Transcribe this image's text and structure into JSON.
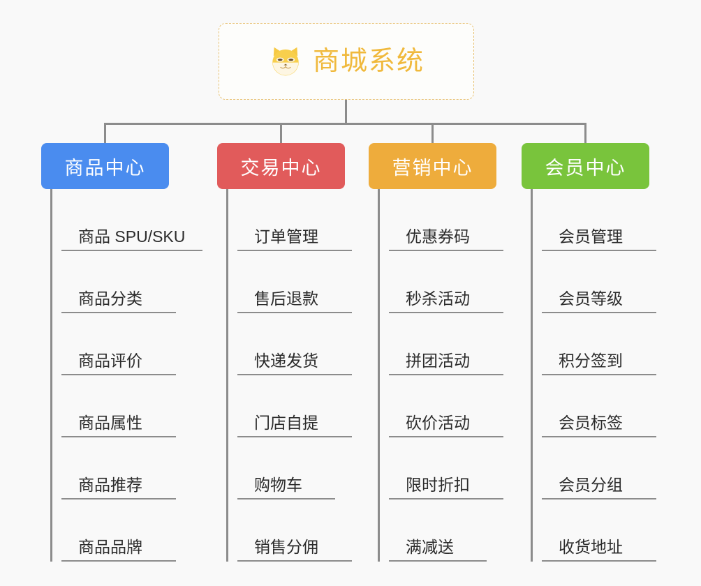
{
  "page": {
    "background_color": "#f9f9f9",
    "line_color": "#8c8c8c"
  },
  "root": {
    "title": "商城系统",
    "icon": "shiba-dog-icon",
    "text_color": "#f0b93c",
    "border_color": "#e8c275",
    "background_color": "#fdfdfb"
  },
  "columns": [
    {
      "label": "商品中心",
      "color": "#4a8cef",
      "items": [
        "商品 SPU/SKU",
        "商品分类",
        "商品评价",
        "商品属性",
        "商品推荐",
        "商品品牌"
      ]
    },
    {
      "label": "交易中心",
      "color": "#e15b5b",
      "items": [
        "订单管理",
        "售后退款",
        "快递发货",
        "门店自提",
        "购物车",
        "销售分佣"
      ]
    },
    {
      "label": "营销中心",
      "color": "#eeac3c",
      "items": [
        "优惠券码",
        "秒杀活动",
        "拼团活动",
        "砍价活动",
        "限时折扣",
        "满减送"
      ]
    },
    {
      "label": "会员中心",
      "color": "#79c43c",
      "items": [
        "会员管理",
        "会员等级",
        "积分签到",
        "会员标签",
        "会员分组",
        "收货地址"
      ]
    }
  ]
}
